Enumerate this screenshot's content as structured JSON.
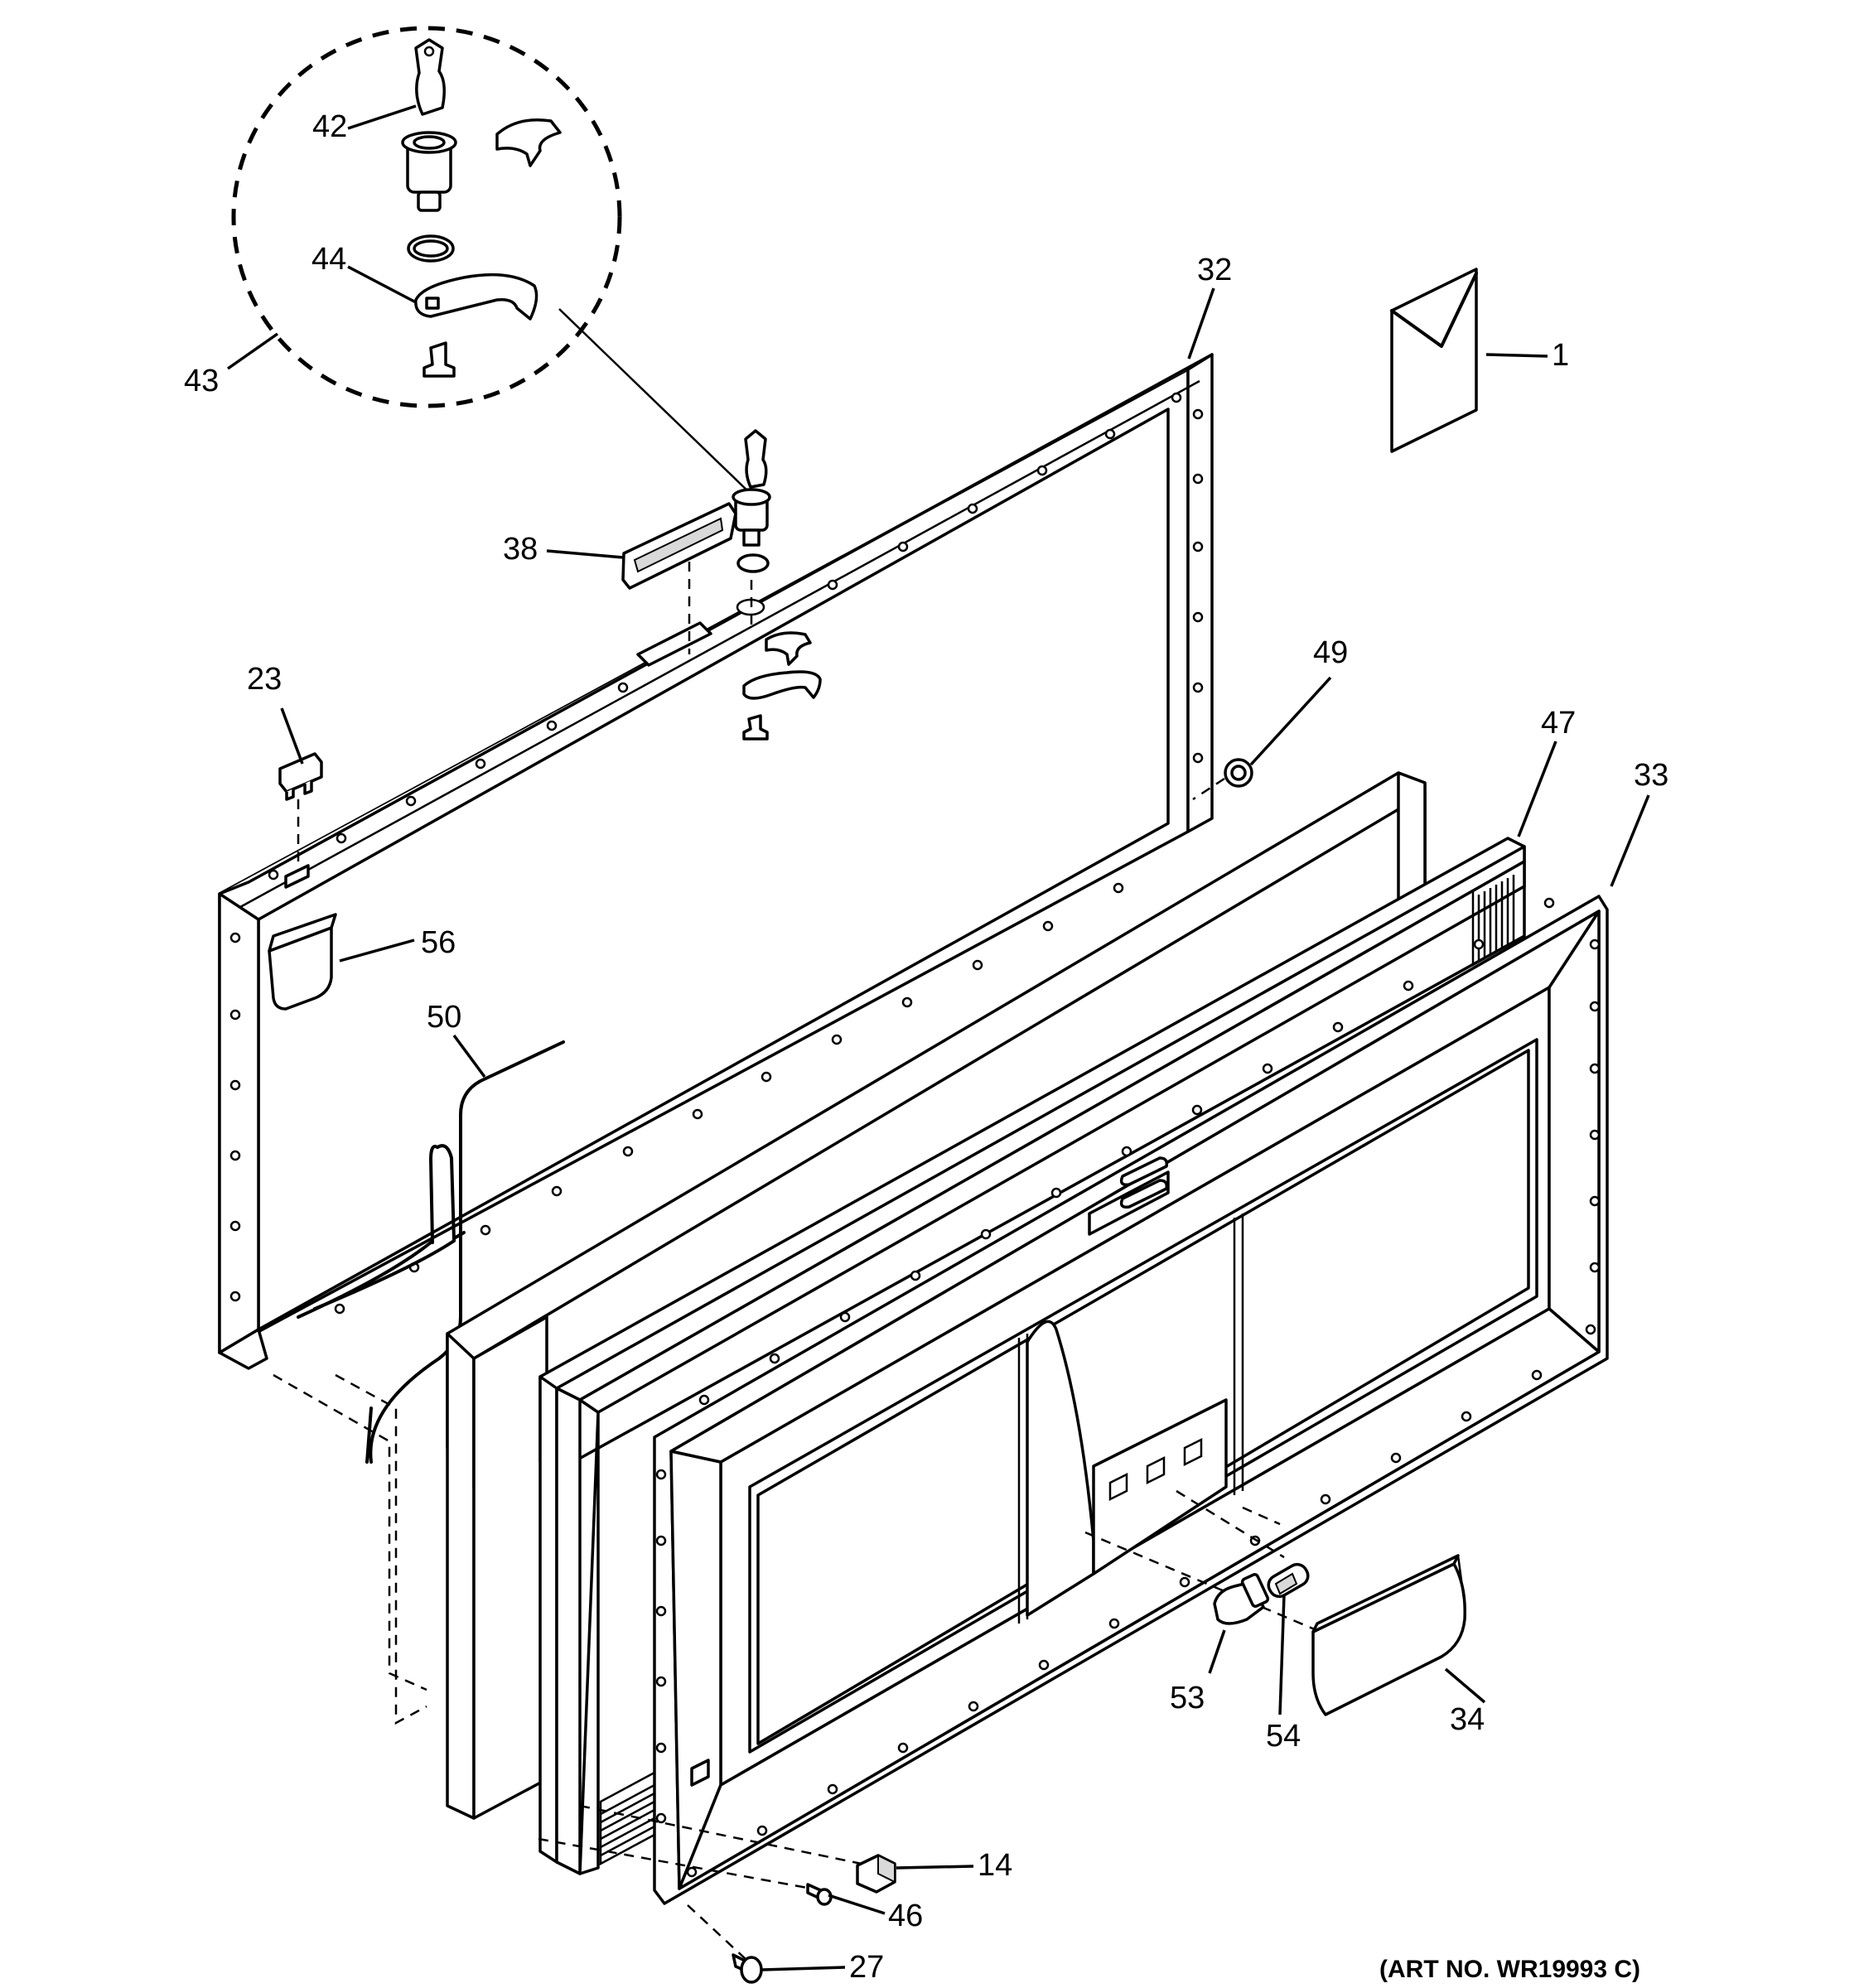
{
  "art_number": "(ART NO. WR19993 C)",
  "callouts": [
    {
      "id": "1",
      "text": "1"
    },
    {
      "id": "14",
      "text": "14"
    },
    {
      "id": "23",
      "text": "23"
    },
    {
      "id": "27",
      "text": "27"
    },
    {
      "id": "32",
      "text": "32"
    },
    {
      "id": "33",
      "text": "33"
    },
    {
      "id": "34",
      "text": "34"
    },
    {
      "id": "38",
      "text": "38"
    },
    {
      "id": "42",
      "text": "42"
    },
    {
      "id": "43",
      "text": "43"
    },
    {
      "id": "44",
      "text": "44"
    },
    {
      "id": "46",
      "text": "46"
    },
    {
      "id": "47",
      "text": "47"
    },
    {
      "id": "49",
      "text": "49"
    },
    {
      "id": "50",
      "text": "50"
    },
    {
      "id": "53",
      "text": "53"
    },
    {
      "id": "54",
      "text": "54"
    },
    {
      "id": "56",
      "text": "56"
    }
  ]
}
